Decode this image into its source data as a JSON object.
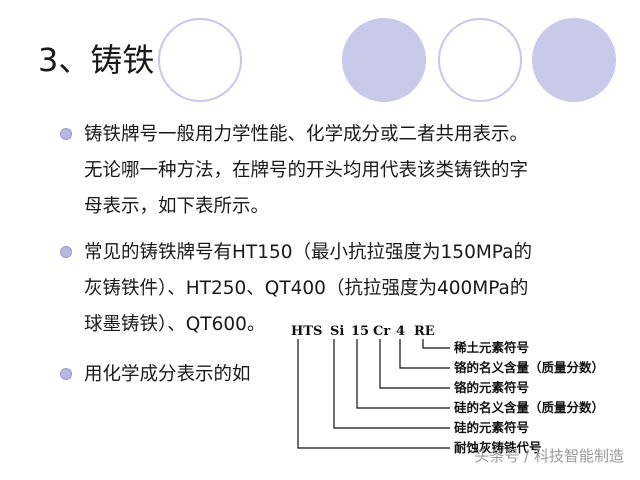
{
  "slide": {
    "title": "3、铸铁",
    "bullets": [
      {
        "lines": [
          "铸铁牌号一般用力学性能、化学成分或二者共用表示。",
          "无论哪一种方法，在牌号的开头均用代表该类铸铁的字",
          "母表示，如下表所示。"
        ]
      },
      {
        "lines": [
          "常见的铸铁牌号有HT150（最小抗拉强度为150MPa的",
          "灰铸铁件）、HT250、QT400（抗拉强度为400MPa的",
          "球墨铸铁）、QT600。"
        ]
      },
      {
        "lines": [
          "用化学成分表示的如"
        ]
      }
    ]
  },
  "diagram": {
    "codes": [
      "HTS",
      "Si",
      "15",
      "Cr",
      "4",
      "RE"
    ],
    "labels": [
      "稀土元素符号",
      "铬的名义含量（质量分数）",
      "铬的元素符号",
      "硅的名义含量（质量分数）",
      "硅的元素符号",
      "耐蚀灰铸铁代号"
    ]
  },
  "watermark": "头条号 / 科技智能制造",
  "colors": {
    "circle_fill": "#c9c9ea",
    "circle_outline": "#c8c8e6",
    "bullet": "#b8b8e2"
  }
}
